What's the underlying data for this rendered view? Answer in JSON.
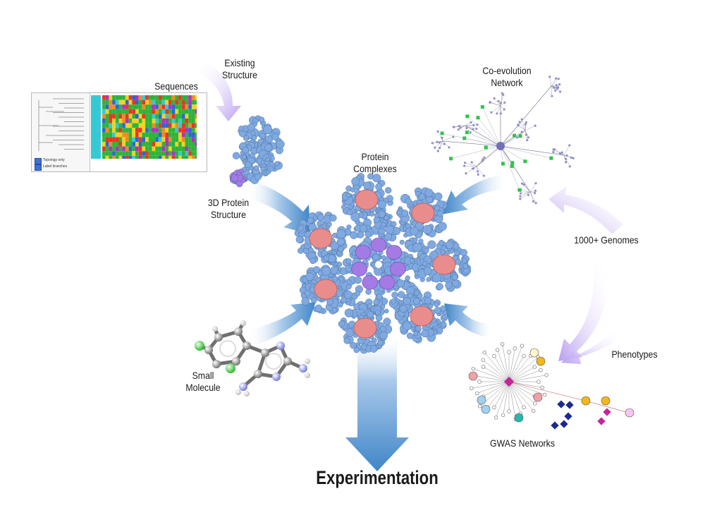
{
  "labels": {
    "existing_structure": [
      "Existing",
      "Structure"
    ],
    "sequences": "Sequences",
    "protein_3d": [
      "3D Protein",
      "Structure"
    ],
    "protein_complexes": [
      "Protein",
      "Complexes"
    ],
    "coevolution": [
      "Co-evolution",
      "Network"
    ],
    "genomes": "1000+ Genomes",
    "phenotypes": "Phenotypes",
    "small_molecule": [
      "Small",
      "Molecule"
    ],
    "gwas": "GWAS Networks",
    "experimentation": "Experimentation"
  },
  "alignment_panel": {
    "checkbox_topology": "Topology only",
    "checkbox_label": "Label branches"
  },
  "colors": {
    "arrow_blue": "#3f86c8",
    "arrow_purple": "#b99ef0",
    "protein_blue": "#7fa9e0",
    "protein_pink": "#e98c8c",
    "protein_purple": "#a47ae4",
    "network_green": "#2ec44a",
    "network_node": "#9090c8",
    "gwas_magenta": "#c3269b",
    "gwas_navy": "#1b2a8f",
    "gwas_orange": "#f3b71a",
    "gwas_teal": "#26b7b0"
  }
}
